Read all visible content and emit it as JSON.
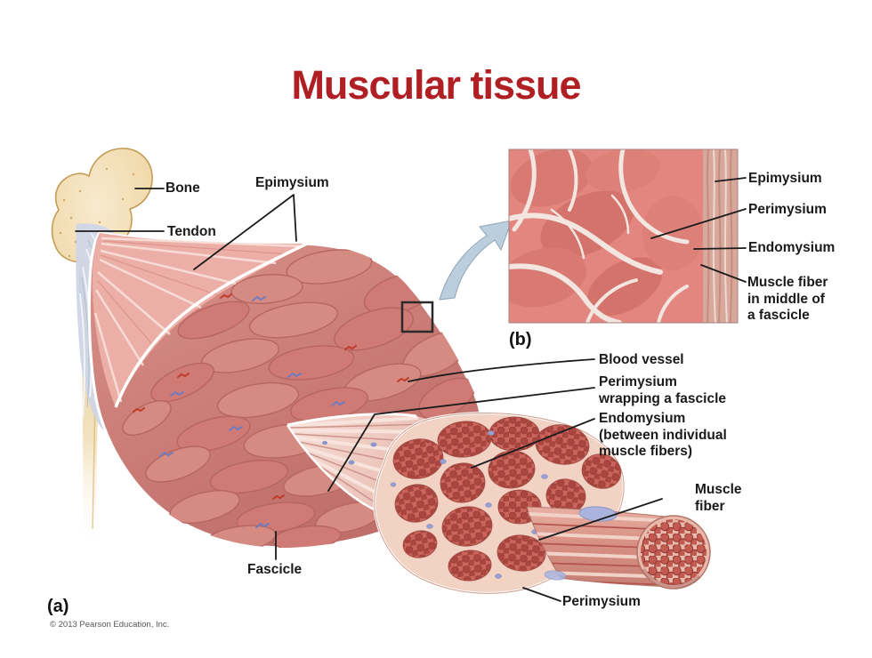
{
  "slide": {
    "title": "Muscular tissue"
  },
  "colors": {
    "title_red": "#b01f23",
    "label_black": "#1a1a1a",
    "muscle_pink": "#cc7e78",
    "bone_cream": "#f0d9a8",
    "tendon_blue_gray": "#cdd6e6",
    "fascicle_cluster": "#c25a51",
    "septum_pink": "#f2d2c3",
    "histology_base": "#e2867f",
    "arrow_steel_blue": "#bacede"
  },
  "panel_a": {
    "tag": "(a)",
    "copyright": "© 2013 Pearson Education, Inc.",
    "labels": {
      "bone": "Bone",
      "tendon": "Tendon",
      "epimysium": "Epimysium",
      "blood_vessel": "Blood vessel",
      "perimysium_wrapping": {
        "line1": "Perimysium",
        "line2": "wrapping a fascicle"
      },
      "endomysium": {
        "line1": "Endomysium",
        "line2": "(between individual",
        "line3": "muscle fibers)"
      },
      "muscle_fiber": {
        "line1": "Muscle",
        "line2": "fiber"
      },
      "fascicle": "Fascicle",
      "perimysium": "Perimysium"
    }
  },
  "panel_b": {
    "tag": "(b)",
    "labels": {
      "epimysium": "Epimysium",
      "perimysium": "Perimysium",
      "endomysium": "Endomysium",
      "muscle_fiber": {
        "line1": "Muscle fiber",
        "line2": "in middle of",
        "line3": "a fascicle"
      }
    }
  }
}
